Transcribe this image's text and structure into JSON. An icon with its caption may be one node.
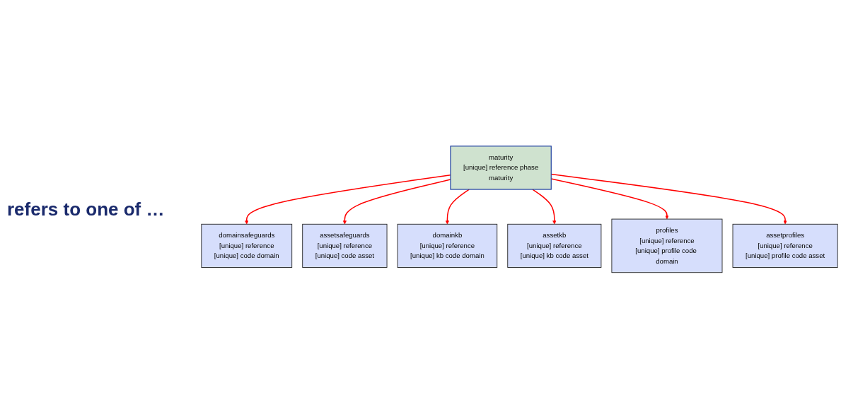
{
  "diagram": {
    "nodes": [
      {
        "text": [
          "maturity",
          "[unique] reference phase",
          "maturity"
        ]
      },
      {
        "text": [
          "domainsafeguards",
          "[unique] reference",
          "[unique] code domain"
        ]
      },
      {
        "text": [
          "domainkb",
          "[unique] reference",
          "[unique] kb code domain"
        ]
      },
      {
        "text": [
          "profiles",
          "[unique] reference",
          "[unique] profile code domain"
        ]
      },
      {
        "text": [
          "assetsafeguards",
          "[unique] reference",
          "[unique] code asset"
        ]
      },
      {
        "text": [
          "assetkb",
          "[unique] reference",
          "[unique] kb code asset"
        ]
      },
      {
        "text": [
          "assetprofiles",
          "[unique] reference",
          "[unique] profile code asset"
        ]
      }
    ],
    "edges": [
      {
        "from": 0,
        "to": 1,
        "arrow": "to"
      },
      {
        "from": 0,
        "to": 4,
        "arrow": "to"
      },
      {
        "from": 0,
        "to": 2,
        "arrow": "to"
      },
      {
        "from": 0,
        "to": 5,
        "arrow": "to"
      },
      {
        "from": 0,
        "to": 3,
        "arrow": "to"
      },
      {
        "from": 0,
        "to": 6,
        "arrow": "to"
      }
    ],
    "labels": [
      "refers to one of …"
    ]
  }
}
